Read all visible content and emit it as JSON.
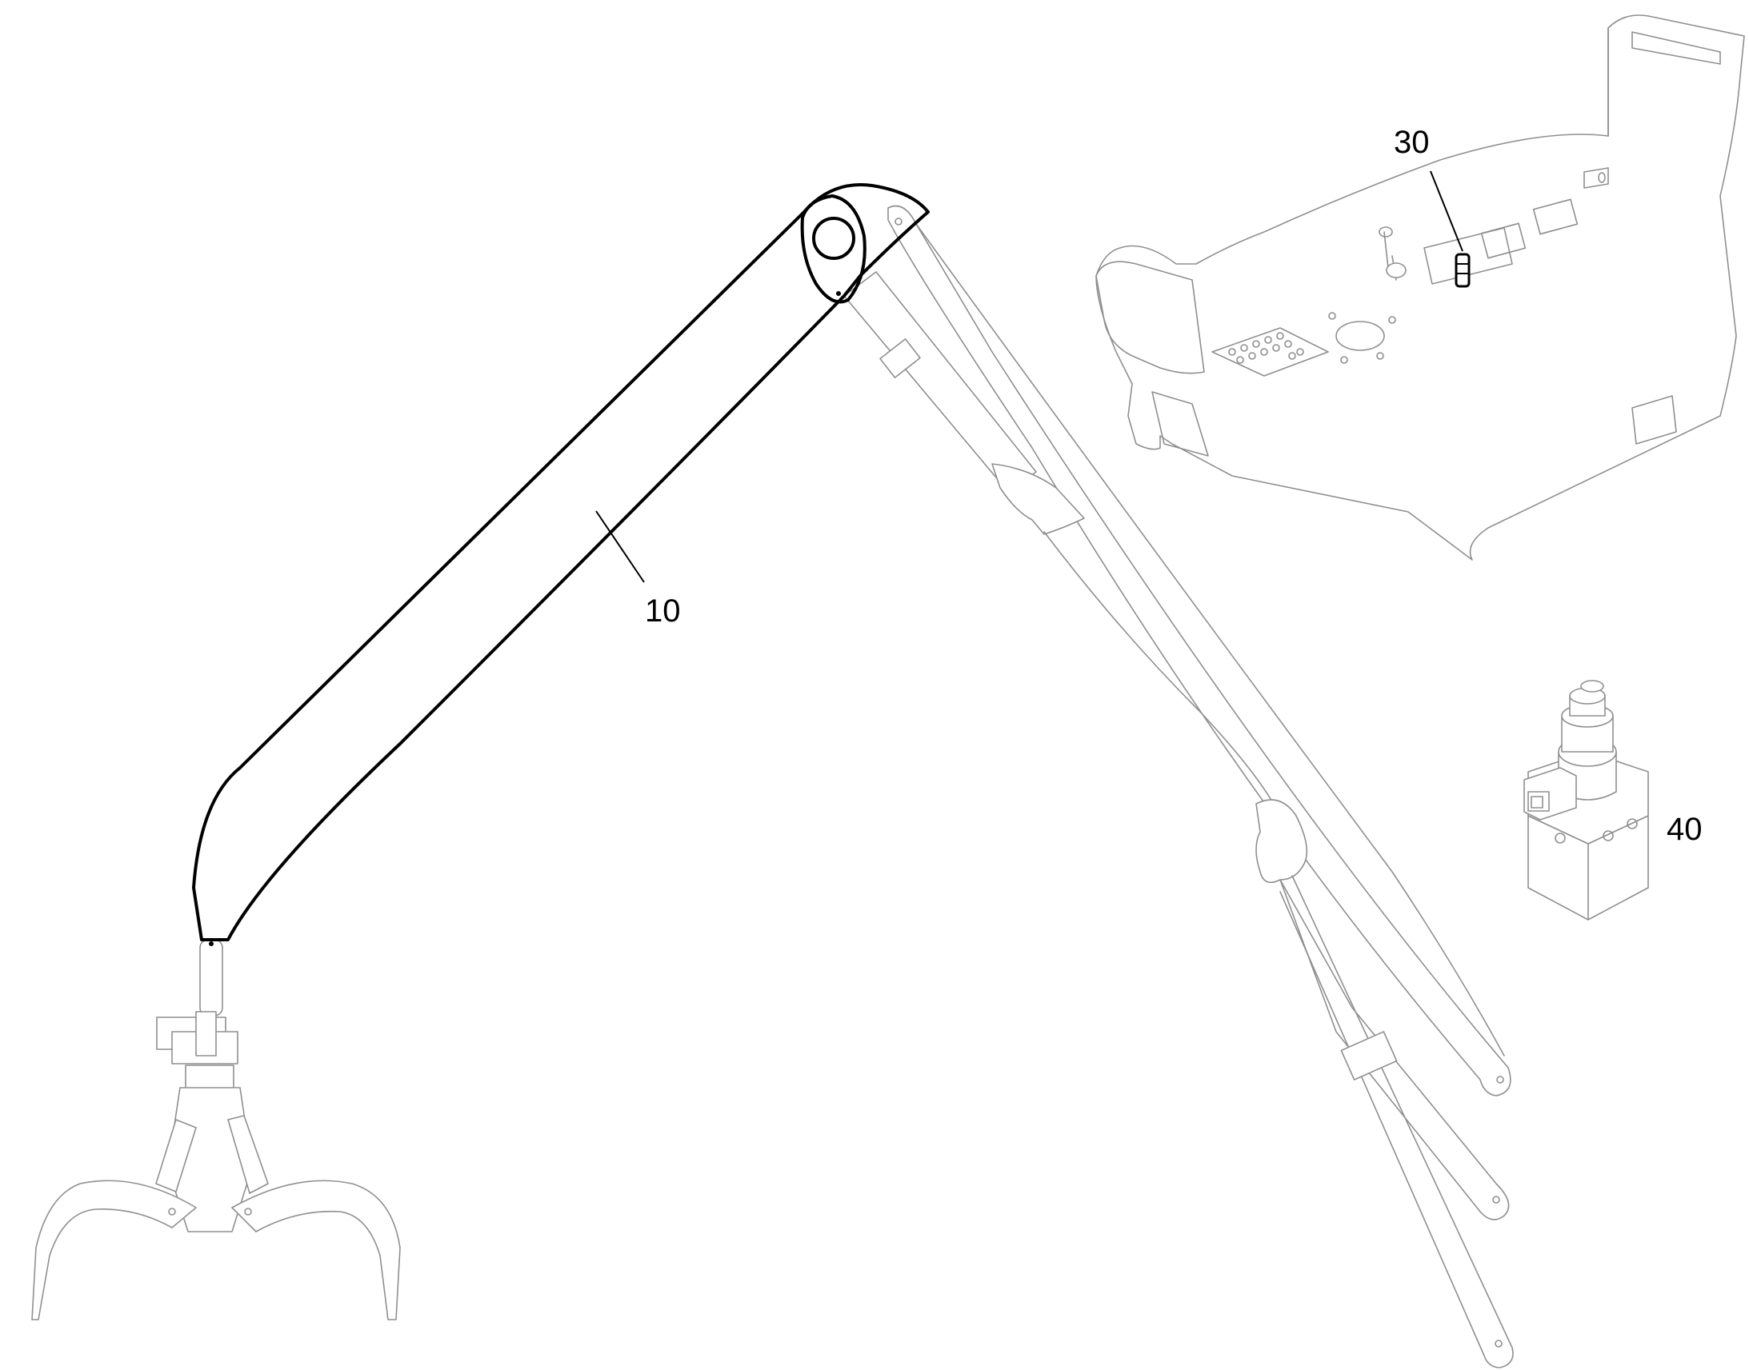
{
  "callouts": [
    {
      "id": "boom",
      "text": "10"
    },
    {
      "id": "control-valve",
      "text": "30"
    },
    {
      "id": "solenoid-valve",
      "text": "40"
    }
  ],
  "colors": {
    "highlight": "#000000",
    "linework": "#8f8f8f",
    "background": "#ffffff"
  }
}
